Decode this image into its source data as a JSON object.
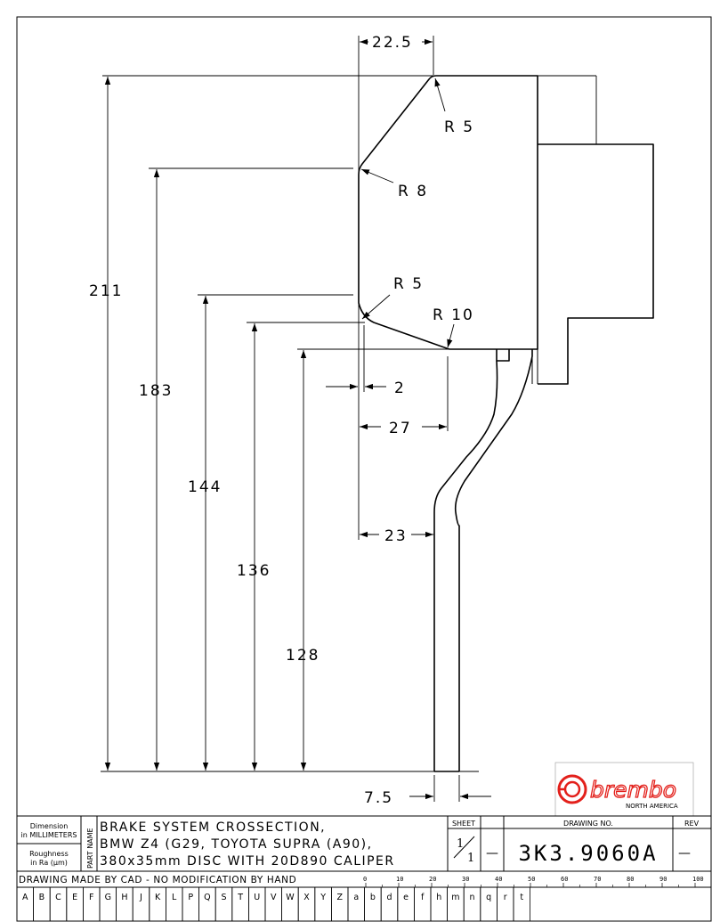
{
  "drawing": {
    "dimensions": {
      "width_22_5": "22.5",
      "r5_top": "R 5",
      "r8": "R 8",
      "r5_mid": "R 5",
      "r10": "R 10",
      "h211": "211",
      "h183": "183",
      "h144": "144",
      "h136": "136",
      "h128": "128",
      "offset_2": "2",
      "offset_27": "27",
      "offset_23": "23",
      "thick_7_5": "7.5"
    }
  },
  "logo": {
    "brand": "brembo",
    "sub": "NORTH AMERICA",
    "color": "#e3201b"
  },
  "titleblock": {
    "dimension_label_1": "Dimension",
    "dimension_label_2": "in MILLIMETERS",
    "roughness_label_1": "Roughness",
    "roughness_label_2": "in Ra (μm)",
    "part_name_label": "PART NAME",
    "title_line1": "BRAKE SYSTEM CROSSECTION,",
    "title_line2": "BMW Z4 (G29, TOYOTA SUPRA (A90),",
    "title_line3": "380x35mm DISC WITH 20D890 CALIPER",
    "sheet_label": "SHEET",
    "sheet_num": "1",
    "sheet_total": "1",
    "sheet_dash": "—",
    "drawing_no_label": "DRAWING NO.",
    "drawing_no": "3K3.9060A",
    "rev_label": "REV",
    "rev_value": "—",
    "cad_note": "DRAWING MADE BY CAD - NO MODIFICATION BY HAND",
    "scale_ticks": [
      "0",
      "10",
      "20",
      "30",
      "40",
      "50",
      "60",
      "70",
      "80",
      "90",
      "100"
    ],
    "grid_letters": [
      "A",
      "B",
      "C",
      "E",
      "F",
      "G",
      "H",
      "J",
      "K",
      "L",
      "P",
      "Q",
      "S",
      "T",
      "U",
      "V",
      "W",
      "X",
      "Y",
      "Z",
      "a",
      "b",
      "d",
      "e",
      "f",
      "h",
      "m",
      "n",
      "q",
      "r",
      "t"
    ]
  }
}
